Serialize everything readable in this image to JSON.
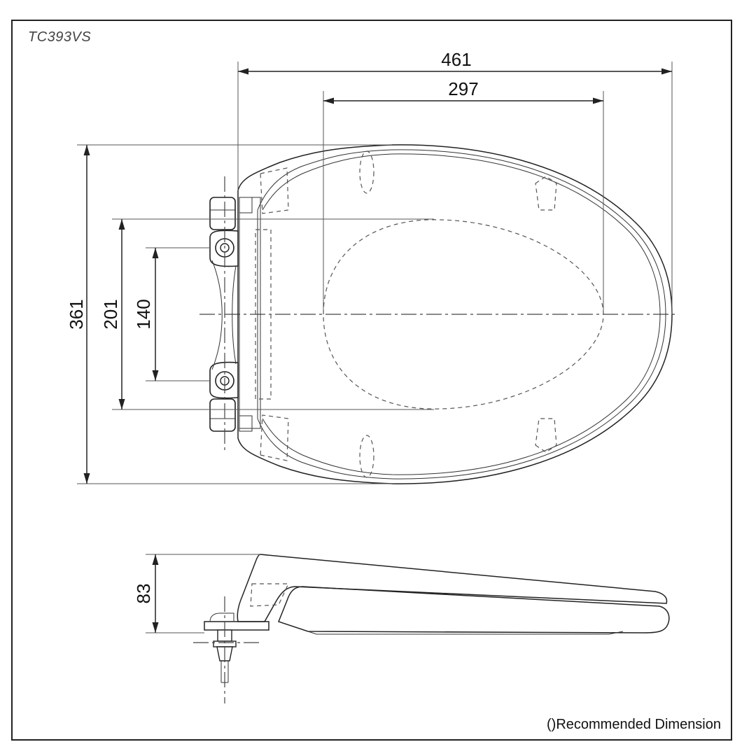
{
  "drawing": {
    "model_label": "TC393VS",
    "note": "()Recommended Dimension",
    "dimensions": {
      "overall_length": "461",
      "bowl_length": "297",
      "overall_width": "361",
      "hinge_span_outer": "201",
      "hinge_span_bolts": "140",
      "height": "83"
    }
  }
}
